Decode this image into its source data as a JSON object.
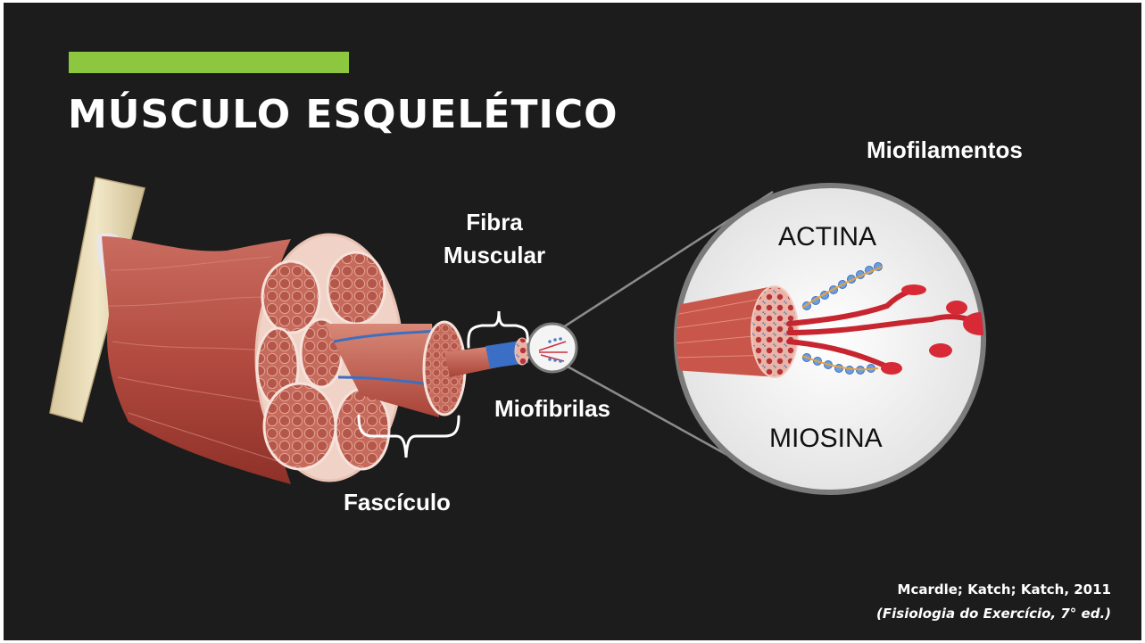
{
  "title": "MÚSCULO ESQUELÉTICO",
  "accent_color": "#8dc63f",
  "labels": {
    "miofilamentos": "Miofilamentos",
    "fibra_line1": "Fibra",
    "fibra_line2": "Muscular",
    "miofibrilas": "Miofibrilas",
    "fasciculo": "Fascículo",
    "actina": "ACTINA",
    "miosina": "MIOSINA"
  },
  "citation": {
    "authors": "Mcardle; Katch; Katch, 2011",
    "book": "(Fisiologia do Exercício, 7° ed.)"
  }
}
